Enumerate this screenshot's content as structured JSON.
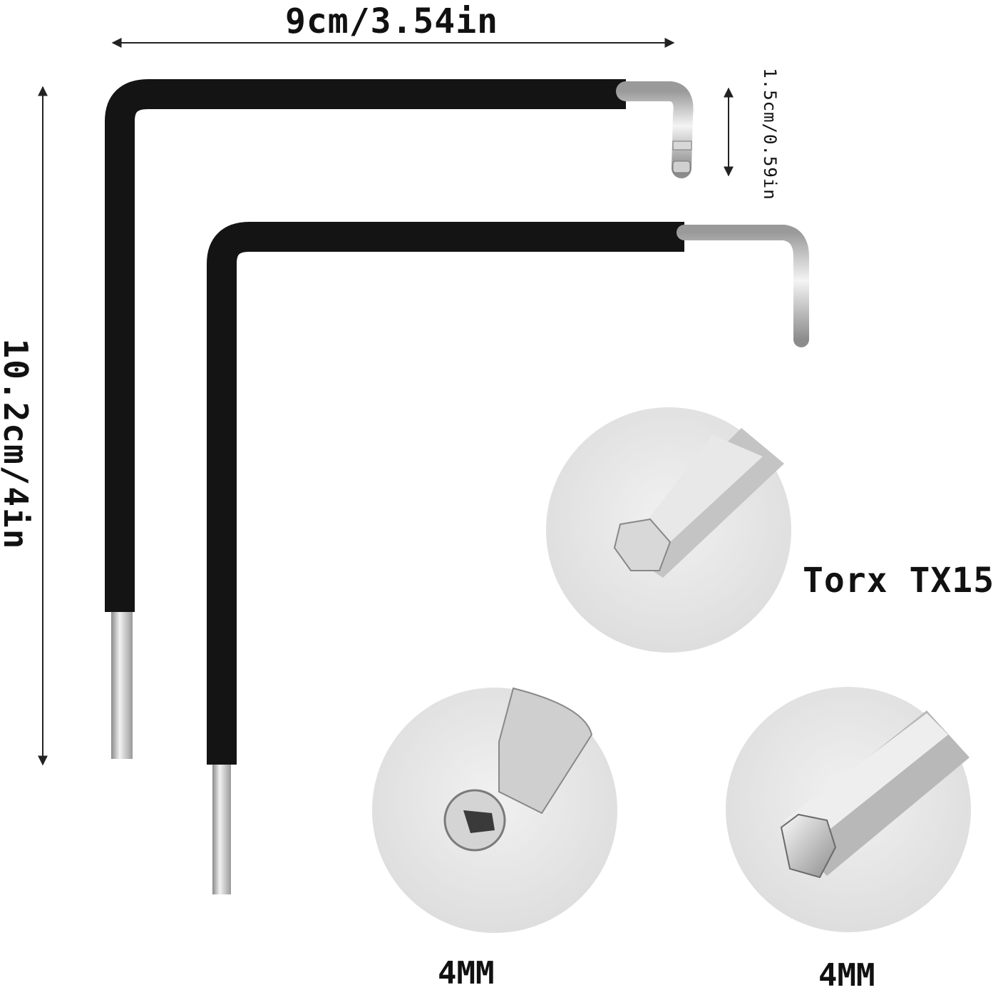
{
  "dimensions": {
    "width_label": "9cm/3.54in",
    "height_label": "10.2cm/4in",
    "tip_label": "1.5cm/0.59in"
  },
  "tips": {
    "torx_label": "Torx TX15",
    "ball_hex_label": "4MM",
    "hex_label": "4MM"
  },
  "colors": {
    "handle": "#141414",
    "steel": "#c9c9c9",
    "circle_bg": "#e6e6e6",
    "arrow": "#222222"
  }
}
